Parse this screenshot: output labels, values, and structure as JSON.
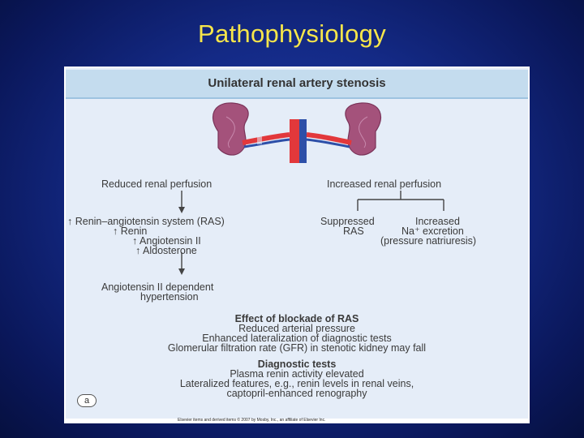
{
  "slide": {
    "title": "Pathophysiology"
  },
  "diagram": {
    "header": "Unilateral renal artery stenosis",
    "left_branch": {
      "title": "Reduced renal perfusion",
      "ras_line": "↑ Renin–angiotensin system (RAS)",
      "renin": "↑ Renin",
      "angiotensin": "↑ Angiotensin II",
      "aldosterone": "↑ Aldosterone",
      "result_line1": "Angiotensin II dependent",
      "result_line2": "hypertension"
    },
    "right_branch": {
      "title": "Increased renal perfusion",
      "suppressed_line1": "Suppressed",
      "suppressed_line2": "RAS",
      "increased_line1": "Increased",
      "increased_line2": "Na⁺ excretion",
      "increased_line3": "(pressure natriuresis)"
    },
    "blockade": {
      "heading": "Effect of blockade of RAS",
      "line1": "Reduced arterial pressure",
      "line2": "Enhanced lateralization of diagnostic tests",
      "line3": "Glomerular filtration rate (GFR) in stenotic kidney may fall"
    },
    "diagnostic": {
      "heading": "Diagnostic tests",
      "line1": "Plasma renin activity elevated",
      "line2": "Lateralized features, e.g., renin levels in renal veins,",
      "line3": "captopril-enhanced renography"
    },
    "panel_label": "a",
    "footer_credit": "Elsevier items and derived items © 2007 by Mosby, Inc., an affiliate of Elsevier Inc."
  }
}
